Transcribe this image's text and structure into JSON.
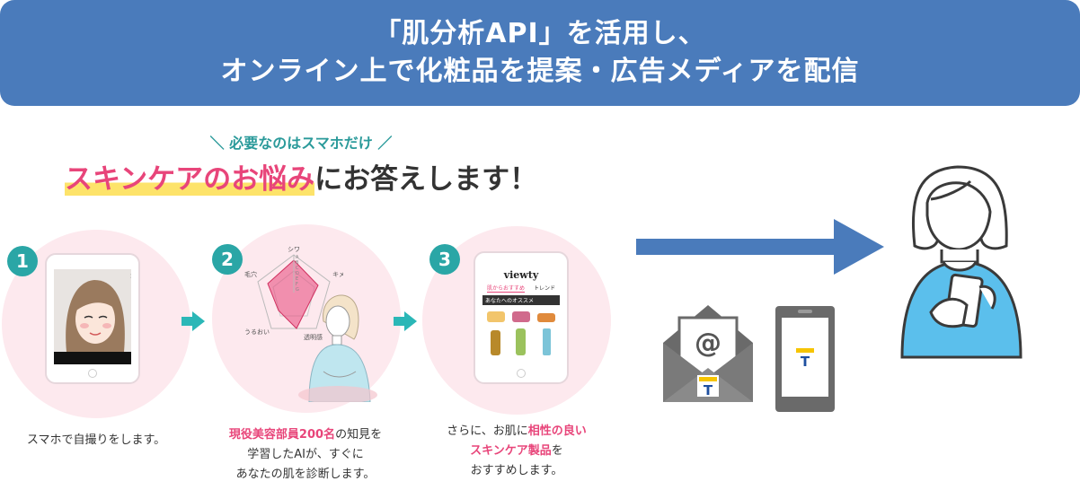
{
  "banner": {
    "line1": "「肌分析API」を活用し、",
    "line2": "オンライン上で化粧品を提案・広告メディアを配信"
  },
  "intro": {
    "tagline": "＼ 必要なのはスマホだけ ／",
    "headline_highlight": "スキンケアのお悩み",
    "headline_rest": "にお答えします！"
  },
  "steps": [
    {
      "number": "1",
      "caption_lines": [
        "スマホで自撮りをします。"
      ]
    },
    {
      "number": "2",
      "radar_labels": [
        "シワ",
        "キメ",
        "透明感",
        "うるおい",
        "毛穴"
      ],
      "radar_grades": [
        "A",
        "B",
        "C",
        "D",
        "E",
        "F",
        "G"
      ],
      "caption_highlight": "現役美容部員200名",
      "caption_line1_rest": "の知見を",
      "caption_line2": "学習したAIが、すぐに",
      "caption_line3": "あなたの肌を診断します。"
    },
    {
      "number": "3",
      "app": {
        "brand": "viewty",
        "tab_active": "肌からおすすめ",
        "tab_other": "トレンド",
        "section": "あなたへのオススメ"
      },
      "caption_line1_pre": "さらに、お肌に",
      "caption_line1_highlight": "相性の良い",
      "caption_line2_highlight": "スキンケア製品",
      "caption_line2_rest": "を",
      "caption_line3": "おすすめします。"
    }
  ],
  "delivery": {
    "mail_symbol": "@",
    "t_logo": "T"
  },
  "colors": {
    "banner": "#4a7bbb",
    "teal": "#2aa6a6",
    "pink": "#e8457a",
    "highlight": "#fde36a",
    "user_shirt": "#5bbfec",
    "device_gray": "#6a6a6a"
  }
}
